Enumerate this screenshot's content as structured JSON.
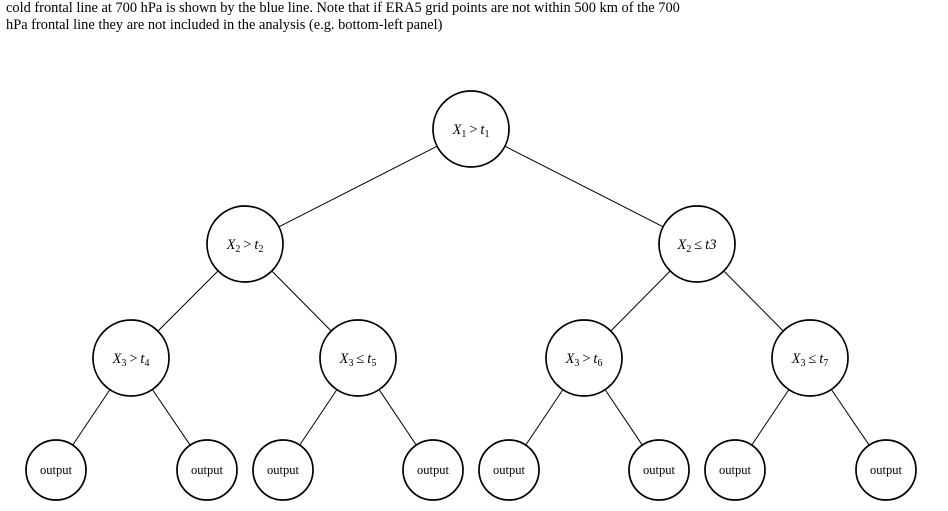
{
  "caption": {
    "line1": "cold frontal line at 700 hPa is shown by the blue line. Note that if ERA5 grid points are not within 500 km of the 700",
    "line2": "hPa frontal line they are not included in the analysis (e.g. bottom-left panel)"
  },
  "tree": {
    "nodes": [
      {
        "id": "root",
        "var": "X",
        "var_sub": "1",
        "op": ">",
        "thr": "t",
        "thr_sub": "1",
        "parent": null
      },
      {
        "id": "l1-left",
        "var": "X",
        "var_sub": "2",
        "op": ">",
        "thr": "t",
        "thr_sub": "2",
        "parent": "root"
      },
      {
        "id": "l1-right",
        "var": "X",
        "var_sub": "2",
        "op": "≤",
        "thr": "t3",
        "thr_sub": "",
        "parent": "root"
      },
      {
        "id": "l2-a",
        "var": "X",
        "var_sub": "3",
        "op": ">",
        "thr": "t",
        "thr_sub": "4",
        "parent": "l1-left"
      },
      {
        "id": "l2-b",
        "var": "X",
        "var_sub": "3",
        "op": "≤",
        "thr": "t",
        "thr_sub": "5",
        "parent": "l1-left"
      },
      {
        "id": "l2-c",
        "var": "X",
        "var_sub": "3",
        "op": ">",
        "thr": "t",
        "thr_sub": "6",
        "parent": "l1-right"
      },
      {
        "id": "l2-d",
        "var": "X",
        "var_sub": "3",
        "op": "≤",
        "thr": "t",
        "thr_sub": "7",
        "parent": "l1-right"
      }
    ],
    "leaves": [
      {
        "id": "leaf-1",
        "label": "output",
        "parent": "l2-a"
      },
      {
        "id": "leaf-2",
        "label": "output",
        "parent": "l2-a"
      },
      {
        "id": "leaf-3",
        "label": "output",
        "parent": "l2-b"
      },
      {
        "id": "leaf-4",
        "label": "output",
        "parent": "l2-b"
      },
      {
        "id": "leaf-5",
        "label": "output",
        "parent": "l2-c"
      },
      {
        "id": "leaf-6",
        "label": "output",
        "parent": "l2-c"
      },
      {
        "id": "leaf-7",
        "label": "output",
        "parent": "l2-d"
      },
      {
        "id": "leaf-8",
        "label": "output",
        "parent": "l2-d"
      }
    ]
  }
}
